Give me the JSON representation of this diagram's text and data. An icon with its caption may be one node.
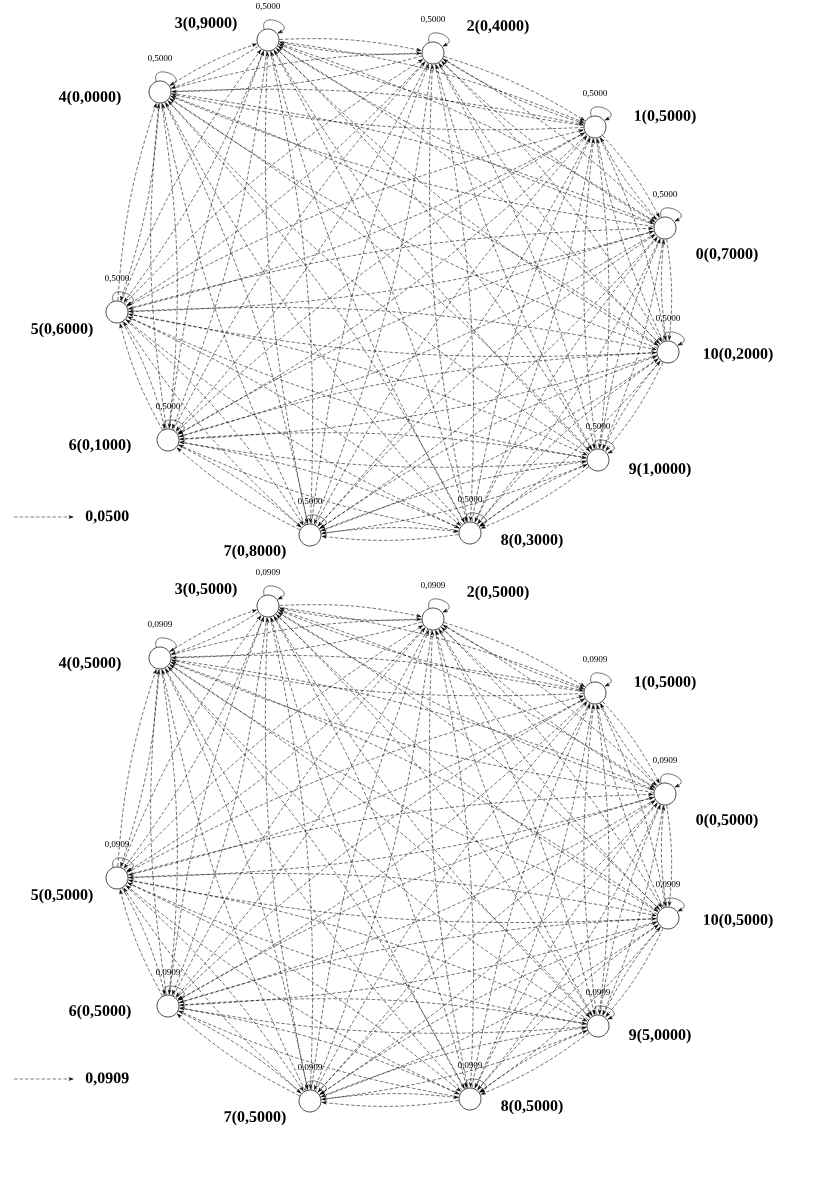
{
  "diagram": {
    "nodes": [
      {
        "text": [],
        "shape": "circle",
        "beside": [
          "0(0,7000)"
        ]
      },
      {
        "text": [],
        "shape": "circle",
        "beside": [
          "1(0,5000)"
        ]
      },
      {
        "text": [],
        "shape": "circle",
        "beside": [
          "2(0,4000)"
        ]
      },
      {
        "text": [],
        "shape": "circle",
        "beside": [
          "3(0,9000)"
        ]
      },
      {
        "text": [],
        "shape": "circle",
        "beside": [
          "4(0,0000)"
        ]
      },
      {
        "text": [],
        "shape": "circle",
        "beside": [
          "5(0,6000)"
        ]
      },
      {
        "text": [],
        "shape": "circle",
        "beside": [
          "6(0,1000)"
        ]
      },
      {
        "text": [],
        "shape": "circle",
        "beside": [
          "7(0,8000)"
        ]
      },
      {
        "text": [],
        "shape": "circle",
        "beside": [
          "8(0,3000)"
        ]
      },
      {
        "text": [],
        "shape": "circle",
        "beside": [
          "9(1,0000)"
        ]
      },
      {
        "text": [],
        "shape": "circle",
        "beside": [
          "10(0,2000)"
        ]
      },
      {
        "text": [],
        "shape": "circle",
        "beside": [
          "0(0,5000)"
        ]
      },
      {
        "text": [],
        "shape": "circle",
        "beside": [
          "1(0,5000)"
        ]
      },
      {
        "text": [],
        "shape": "circle",
        "beside": [
          "2(0,5000)"
        ]
      },
      {
        "text": [],
        "shape": "circle",
        "beside": [
          "3(0,5000)"
        ]
      },
      {
        "text": [],
        "shape": "circle",
        "beside": [
          "4(0,5000)"
        ]
      },
      {
        "text": [],
        "shape": "circle",
        "beside": [
          "5(0,5000)"
        ]
      },
      {
        "text": [],
        "shape": "circle",
        "beside": [
          "6(0,5000)"
        ]
      },
      {
        "text": [],
        "shape": "circle",
        "beside": [
          "7(0,5000)"
        ]
      },
      {
        "text": [],
        "shape": "circle",
        "beside": [
          "8(0,5000)"
        ]
      },
      {
        "text": [],
        "shape": "circle",
        "beside": [
          "9(5,0000)"
        ]
      },
      {
        "text": [],
        "shape": "circle",
        "beside": [
          "10(0,5000)"
        ]
      }
    ],
    "edges": [
      {
        "from": 0,
        "to": 0,
        "arrow": "to",
        "label": "0,5000"
      },
      {
        "from": 0,
        "to": 1,
        "arrow": "to",
        "style": "dashed"
      },
      {
        "from": 0,
        "to": 2,
        "arrow": "to",
        "style": "dashed"
      },
      {
        "from": 0,
        "to": 3,
        "arrow": "to",
        "style": "dashed"
      },
      {
        "from": 0,
        "to": 4,
        "arrow": "to",
        "style": "dashed"
      },
      {
        "from": 0,
        "to": 5,
        "arrow": "to",
        "style": "dashed"
      },
      {
        "from": 0,
        "to": 6,
        "arrow": "to",
        "style": "dashed"
      },
      {
        "from": 0,
        "to": 7,
        "arrow": "to",
        "style": "dashed"
      },
      {
        "from": 0,
        "to": 8,
        "arrow": "to",
        "style": "dashed"
      },
      {
        "from": 0,
        "to": 9,
        "arrow": "to",
        "style": "dashed"
      },
      {
        "from": 0,
        "to": 10,
        "arrow": "to",
        "style": "dashed"
      },
      {
        "from": 1,
        "to": 1,
        "arrow": "to",
        "label": "0,5000"
      },
      {
        "from": 1,
        "to": 0,
        "arrow": "to",
        "style": "dashed"
      },
      {
        "from": 1,
        "to": 2,
        "arrow": "to",
        "style": "dashed"
      },
      {
        "from": 1,
        "to": 3,
        "arrow": "to",
        "style": "dashed"
      },
      {
        "from": 1,
        "to": 4,
        "arrow": "to",
        "style": "dashed"
      },
      {
        "from": 1,
        "to": 5,
        "arrow": "to",
        "style": "dashed"
      },
      {
        "from": 1,
        "to": 6,
        "arrow": "to",
        "style": "dashed"
      },
      {
        "from": 1,
        "to": 7,
        "arrow": "to",
        "style": "dashed"
      },
      {
        "from": 1,
        "to": 8,
        "arrow": "to",
        "style": "dashed"
      },
      {
        "from": 1,
        "to": 9,
        "arrow": "to",
        "style": "dashed"
      },
      {
        "from": 1,
        "to": 10,
        "arrow": "to",
        "style": "dashed"
      },
      {
        "from": 2,
        "to": 2,
        "arrow": "to",
        "label": "0,5000"
      },
      {
        "from": 2,
        "to": 0,
        "arrow": "to",
        "style": "dashed"
      },
      {
        "from": 2,
        "to": 1,
        "arrow": "to",
        "style": "dashed"
      },
      {
        "from": 2,
        "to": 3,
        "arrow": "to",
        "style": "dashed"
      },
      {
        "from": 2,
        "to": 4,
        "arrow": "to",
        "style": "dashed"
      },
      {
        "from": 2,
        "to": 5,
        "arrow": "to",
        "style": "dashed"
      },
      {
        "from": 2,
        "to": 6,
        "arrow": "to",
        "style": "dashed"
      },
      {
        "from": 2,
        "to": 7,
        "arrow": "to",
        "style": "dashed"
      },
      {
        "from": 2,
        "to": 8,
        "arrow": "to",
        "style": "dashed"
      },
      {
        "from": 2,
        "to": 9,
        "arrow": "to",
        "style": "dashed"
      },
      {
        "from": 2,
        "to": 10,
        "arrow": "to",
        "style": "dashed"
      },
      {
        "from": 3,
        "to": 3,
        "arrow": "to",
        "label": "0,5000"
      },
      {
        "from": 3,
        "to": 0,
        "arrow": "to",
        "style": "dashed"
      },
      {
        "from": 3,
        "to": 1,
        "arrow": "to",
        "style": "dashed"
      },
      {
        "from": 3,
        "to": 2,
        "arrow": "to",
        "style": "dashed"
      },
      {
        "from": 3,
        "to": 4,
        "arrow": "to",
        "style": "dashed"
      },
      {
        "from": 3,
        "to": 5,
        "arrow": "to",
        "style": "dashed"
      },
      {
        "from": 3,
        "to": 6,
        "arrow": "to",
        "style": "dashed"
      },
      {
        "from": 3,
        "to": 7,
        "arrow": "to",
        "style": "dashed"
      },
      {
        "from": 3,
        "to": 8,
        "arrow": "to",
        "style": "dashed"
      },
      {
        "from": 3,
        "to": 9,
        "arrow": "to",
        "style": "dashed"
      },
      {
        "from": 3,
        "to": 10,
        "arrow": "to",
        "style": "dashed"
      },
      {
        "from": 4,
        "to": 4,
        "arrow": "to",
        "label": "0,5000"
      },
      {
        "from": 4,
        "to": 0,
        "arrow": "to",
        "style": "dashed"
      },
      {
        "from": 4,
        "to": 1,
        "arrow": "to",
        "style": "dashed"
      },
      {
        "from": 4,
        "to": 2,
        "arrow": "to",
        "style": "dashed"
      },
      {
        "from": 4,
        "to": 3,
        "arrow": "to",
        "style": "dashed"
      },
      {
        "from": 4,
        "to": 5,
        "arrow": "to",
        "style": "dashed"
      },
      {
        "from": 4,
        "to": 6,
        "arrow": "to",
        "style": "dashed"
      },
      {
        "from": 4,
        "to": 7,
        "arrow": "to",
        "style": "dashed"
      },
      {
        "from": 4,
        "to": 8,
        "arrow": "to",
        "style": "dashed"
      },
      {
        "from": 4,
        "to": 9,
        "arrow": "to",
        "style": "dashed"
      },
      {
        "from": 4,
        "to": 10,
        "arrow": "to",
        "style": "dashed"
      },
      {
        "from": 5,
        "to": 5,
        "arrow": "to",
        "label": "0,5000"
      },
      {
        "from": 5,
        "to": 0,
        "arrow": "to",
        "style": "dashed"
      },
      {
        "from": 5,
        "to": 1,
        "arrow": "to",
        "style": "dashed"
      },
      {
        "from": 5,
        "to": 2,
        "arrow": "to",
        "style": "dashed"
      },
      {
        "from": 5,
        "to": 3,
        "arrow": "to",
        "style": "dashed"
      },
      {
        "from": 5,
        "to": 4,
        "arrow": "to",
        "style": "dashed"
      },
      {
        "from": 5,
        "to": 6,
        "arrow": "to",
        "style": "dashed"
      },
      {
        "from": 5,
        "to": 7,
        "arrow": "to",
        "style": "dashed"
      },
      {
        "from": 5,
        "to": 8,
        "arrow": "to",
        "style": "dashed"
      },
      {
        "from": 5,
        "to": 9,
        "arrow": "to",
        "style": "dashed"
      },
      {
        "from": 5,
        "to": 10,
        "arrow": "to",
        "style": "dashed"
      },
      {
        "from": 6,
        "to": 6,
        "arrow": "to",
        "label": "0,5000"
      },
      {
        "from": 6,
        "to": 0,
        "arrow": "to",
        "style": "dashed"
      },
      {
        "from": 6,
        "to": 1,
        "arrow": "to",
        "style": "dashed"
      },
      {
        "from": 6,
        "to": 2,
        "arrow": "to",
        "style": "dashed"
      },
      {
        "from": 6,
        "to": 3,
        "arrow": "to",
        "style": "dashed"
      },
      {
        "from": 6,
        "to": 4,
        "arrow": "to",
        "style": "dashed"
      },
      {
        "from": 6,
        "to": 5,
        "arrow": "to",
        "style": "dashed"
      },
      {
        "from": 6,
        "to": 7,
        "arrow": "to",
        "style": "dashed"
      },
      {
        "from": 6,
        "to": 8,
        "arrow": "to",
        "style": "dashed"
      },
      {
        "from": 6,
        "to": 9,
        "arrow": "to",
        "style": "dashed"
      },
      {
        "from": 6,
        "to": 10,
        "arrow": "to",
        "style": "dashed"
      },
      {
        "from": 7,
        "to": 7,
        "arrow": "to",
        "label": "0,5000"
      },
      {
        "from": 7,
        "to": 0,
        "arrow": "to",
        "style": "dashed"
      },
      {
        "from": 7,
        "to": 1,
        "arrow": "to",
        "style": "dashed"
      },
      {
        "from": 7,
        "to": 2,
        "arrow": "to",
        "style": "dashed"
      },
      {
        "from": 7,
        "to": 3,
        "arrow": "to",
        "style": "dashed"
      },
      {
        "from": 7,
        "to": 4,
        "arrow": "to",
        "style": "dashed"
      },
      {
        "from": 7,
        "to": 5,
        "arrow": "to",
        "style": "dashed"
      },
      {
        "from": 7,
        "to": 6,
        "arrow": "to",
        "style": "dashed"
      },
      {
        "from": 7,
        "to": 8,
        "arrow": "to",
        "style": "dashed"
      },
      {
        "from": 7,
        "to": 9,
        "arrow": "to",
        "style": "dashed"
      },
      {
        "from": 7,
        "to": 10,
        "arrow": "to",
        "style": "dashed"
      },
      {
        "from": 8,
        "to": 8,
        "arrow": "to",
        "label": "0,5000"
      },
      {
        "from": 8,
        "to": 0,
        "arrow": "to",
        "style": "dashed"
      },
      {
        "from": 8,
        "to": 1,
        "arrow": "to",
        "style": "dashed"
      },
      {
        "from": 8,
        "to": 2,
        "arrow": "to",
        "style": "dashed"
      },
      {
        "from": 8,
        "to": 3,
        "arrow": "to",
        "style": "dashed"
      },
      {
        "from": 8,
        "to": 4,
        "arrow": "to",
        "style": "dashed"
      },
      {
        "from": 8,
        "to": 5,
        "arrow": "to",
        "style": "dashed"
      },
      {
        "from": 8,
        "to": 6,
        "arrow": "to",
        "style": "dashed"
      },
      {
        "from": 8,
        "to": 7,
        "arrow": "to",
        "style": "dashed"
      },
      {
        "from": 8,
        "to": 9,
        "arrow": "to",
        "style": "dashed"
      },
      {
        "from": 8,
        "to": 10,
        "arrow": "to",
        "style": "dashed"
      },
      {
        "from": 9,
        "to": 9,
        "arrow": "to",
        "label": "0,5000"
      },
      {
        "from": 9,
        "to": 0,
        "arrow": "to",
        "style": "dashed"
      },
      {
        "from": 9,
        "to": 1,
        "arrow": "to",
        "style": "dashed"
      },
      {
        "from": 9,
        "to": 2,
        "arrow": "to",
        "style": "dashed"
      },
      {
        "from": 9,
        "to": 3,
        "arrow": "to",
        "style": "dashed"
      },
      {
        "from": 9,
        "to": 4,
        "arrow": "to",
        "style": "dashed"
      },
      {
        "from": 9,
        "to": 5,
        "arrow": "to",
        "style": "dashed"
      },
      {
        "from": 9,
        "to": 6,
        "arrow": "to",
        "style": "dashed"
      },
      {
        "from": 9,
        "to": 7,
        "arrow": "to",
        "style": "dashed"
      },
      {
        "from": 9,
        "to": 8,
        "arrow": "to",
        "style": "dashed"
      },
      {
        "from": 9,
        "to": 10,
        "arrow": "to",
        "style": "dashed"
      },
      {
        "from": 10,
        "to": 10,
        "arrow": "to",
        "label": "0,5000"
      },
      {
        "from": 10,
        "to": 0,
        "arrow": "to",
        "style": "dashed"
      },
      {
        "from": 10,
        "to": 1,
        "arrow": "to",
        "style": "dashed"
      },
      {
        "from": 10,
        "to": 2,
        "arrow": "to",
        "style": "dashed"
      },
      {
        "from": 10,
        "to": 3,
        "arrow": "to",
        "style": "dashed"
      },
      {
        "from": 10,
        "to": 4,
        "arrow": "to",
        "style": "dashed"
      },
      {
        "from": 10,
        "to": 5,
        "arrow": "to",
        "style": "dashed"
      },
      {
        "from": 10,
        "to": 6,
        "arrow": "to",
        "style": "dashed"
      },
      {
        "from": 10,
        "to": 7,
        "arrow": "to",
        "style": "dashed"
      },
      {
        "from": 10,
        "to": 8,
        "arrow": "to",
        "style": "dashed"
      },
      {
        "from": 10,
        "to": 9,
        "arrow": "to",
        "style": "dashed"
      },
      {
        "from": 11,
        "to": 11,
        "arrow": "to",
        "label": "0,0909"
      },
      {
        "from": 11,
        "to": 12,
        "arrow": "to",
        "style": "dashed"
      },
      {
        "from": 11,
        "to": 13,
        "arrow": "to",
        "style": "dashed"
      },
      {
        "from": 11,
        "to": 14,
        "arrow": "to",
        "style": "dashed"
      },
      {
        "from": 11,
        "to": 15,
        "arrow": "to",
        "style": "dashed"
      },
      {
        "from": 11,
        "to": 16,
        "arrow": "to",
        "style": "dashed"
      },
      {
        "from": 11,
        "to": 17,
        "arrow": "to",
        "style": "dashed"
      },
      {
        "from": 11,
        "to": 18,
        "arrow": "to",
        "style": "dashed"
      },
      {
        "from": 11,
        "to": 19,
        "arrow": "to",
        "style": "dashed"
      },
      {
        "from": 11,
        "to": 20,
        "arrow": "to",
        "style": "dashed"
      },
      {
        "from": 11,
        "to": 21,
        "arrow": "to",
        "style": "dashed"
      },
      {
        "from": 12,
        "to": 12,
        "arrow": "to",
        "label": "0,0909"
      },
      {
        "from": 12,
        "to": 11,
        "arrow": "to",
        "style": "dashed"
      },
      {
        "from": 12,
        "to": 13,
        "arrow": "to",
        "style": "dashed"
      },
      {
        "from": 12,
        "to": 14,
        "arrow": "to",
        "style": "dashed"
      },
      {
        "from": 12,
        "to": 15,
        "arrow": "to",
        "style": "dashed"
      },
      {
        "from": 12,
        "to": 16,
        "arrow": "to",
        "style": "dashed"
      },
      {
        "from": 12,
        "to": 17,
        "arrow": "to",
        "style": "dashed"
      },
      {
        "from": 12,
        "to": 18,
        "arrow": "to",
        "style": "dashed"
      },
      {
        "from": 12,
        "to": 19,
        "arrow": "to",
        "style": "dashed"
      },
      {
        "from": 12,
        "to": 20,
        "arrow": "to",
        "style": "dashed"
      },
      {
        "from": 12,
        "to": 21,
        "arrow": "to",
        "style": "dashed"
      },
      {
        "from": 13,
        "to": 13,
        "arrow": "to",
        "label": "0,0909"
      },
      {
        "from": 13,
        "to": 11,
        "arrow": "to",
        "style": "dashed"
      },
      {
        "from": 13,
        "to": 12,
        "arrow": "to",
        "style": "dashed"
      },
      {
        "from": 13,
        "to": 14,
        "arrow": "to",
        "style": "dashed"
      },
      {
        "from": 13,
        "to": 15,
        "arrow": "to",
        "style": "dashed"
      },
      {
        "from": 13,
        "to": 16,
        "arrow": "to",
        "style": "dashed"
      },
      {
        "from": 13,
        "to": 17,
        "arrow": "to",
        "style": "dashed"
      },
      {
        "from": 13,
        "to": 18,
        "arrow": "to",
        "style": "dashed"
      },
      {
        "from": 13,
        "to": 19,
        "arrow": "to",
        "style": "dashed"
      },
      {
        "from": 13,
        "to": 20,
        "arrow": "to",
        "style": "dashed"
      },
      {
        "from": 13,
        "to": 21,
        "arrow": "to",
        "style": "dashed"
      },
      {
        "from": 14,
        "to": 14,
        "arrow": "to",
        "label": "0,0909"
      },
      {
        "from": 14,
        "to": 11,
        "arrow": "to",
        "style": "dashed"
      },
      {
        "from": 14,
        "to": 12,
        "arrow": "to",
        "style": "dashed"
      },
      {
        "from": 14,
        "to": 13,
        "arrow": "to",
        "style": "dashed"
      },
      {
        "from": 14,
        "to": 15,
        "arrow": "to",
        "style": "dashed"
      },
      {
        "from": 14,
        "to": 16,
        "arrow": "to",
        "style": "dashed"
      },
      {
        "from": 14,
        "to": 17,
        "arrow": "to",
        "style": "dashed"
      },
      {
        "from": 14,
        "to": 18,
        "arrow": "to",
        "style": "dashed"
      },
      {
        "from": 14,
        "to": 19,
        "arrow": "to",
        "style": "dashed"
      },
      {
        "from": 14,
        "to": 20,
        "arrow": "to",
        "style": "dashed"
      },
      {
        "from": 14,
        "to": 21,
        "arrow": "to",
        "style": "dashed"
      },
      {
        "from": 15,
        "to": 15,
        "arrow": "to",
        "label": "0,0909"
      },
      {
        "from": 15,
        "to": 11,
        "arrow": "to",
        "style": "dashed"
      },
      {
        "from": 15,
        "to": 12,
        "arrow": "to",
        "style": "dashed"
      },
      {
        "from": 15,
        "to": 13,
        "arrow": "to",
        "style": "dashed"
      },
      {
        "from": 15,
        "to": 14,
        "arrow": "to",
        "style": "dashed"
      },
      {
        "from": 15,
        "to": 16,
        "arrow": "to",
        "style": "dashed"
      },
      {
        "from": 15,
        "to": 17,
        "arrow": "to",
        "style": "dashed"
      },
      {
        "from": 15,
        "to": 18,
        "arrow": "to",
        "style": "dashed"
      },
      {
        "from": 15,
        "to": 19,
        "arrow": "to",
        "style": "dashed"
      },
      {
        "from": 15,
        "to": 20,
        "arrow": "to",
        "style": "dashed"
      },
      {
        "from": 15,
        "to": 21,
        "arrow": "to",
        "style": "dashed"
      },
      {
        "from": 16,
        "to": 16,
        "arrow": "to",
        "label": "0,0909"
      },
      {
        "from": 16,
        "to": 11,
        "arrow": "to",
        "style": "dashed"
      },
      {
        "from": 16,
        "to": 12,
        "arrow": "to",
        "style": "dashed"
      },
      {
        "from": 16,
        "to": 13,
        "arrow": "to",
        "style": "dashed"
      },
      {
        "from": 16,
        "to": 14,
        "arrow": "to",
        "style": "dashed"
      },
      {
        "from": 16,
        "to": 15,
        "arrow": "to",
        "style": "dashed"
      },
      {
        "from": 16,
        "to": 17,
        "arrow": "to",
        "style": "dashed"
      },
      {
        "from": 16,
        "to": 18,
        "arrow": "to",
        "style": "dashed"
      },
      {
        "from": 16,
        "to": 19,
        "arrow": "to",
        "style": "dashed"
      },
      {
        "from": 16,
        "to": 20,
        "arrow": "to",
        "style": "dashed"
      },
      {
        "from": 16,
        "to": 21,
        "arrow": "to",
        "style": "dashed"
      },
      {
        "from": 17,
        "to": 17,
        "arrow": "to",
        "label": "0,0909"
      },
      {
        "from": 17,
        "to": 11,
        "arrow": "to",
        "style": "dashed"
      },
      {
        "from": 17,
        "to": 12,
        "arrow": "to",
        "style": "dashed"
      },
      {
        "from": 17,
        "to": 13,
        "arrow": "to",
        "style": "dashed"
      },
      {
        "from": 17,
        "to": 14,
        "arrow": "to",
        "style": "dashed"
      },
      {
        "from": 17,
        "to": 15,
        "arrow": "to",
        "style": "dashed"
      },
      {
        "from": 17,
        "to": 16,
        "arrow": "to",
        "style": "dashed"
      },
      {
        "from": 17,
        "to": 18,
        "arrow": "to",
        "style": "dashed"
      },
      {
        "from": 17,
        "to": 19,
        "arrow": "to",
        "style": "dashed"
      },
      {
        "from": 17,
        "to": 20,
        "arrow": "to",
        "style": "dashed"
      },
      {
        "from": 17,
        "to": 21,
        "arrow": "to",
        "style": "dashed"
      },
      {
        "from": 18,
        "to": 18,
        "arrow": "to",
        "label": "0,0909"
      },
      {
        "from": 18,
        "to": 11,
        "arrow": "to",
        "style": "dashed"
      },
      {
        "from": 18,
        "to": 12,
        "arrow": "to",
        "style": "dashed"
      },
      {
        "from": 18,
        "to": 13,
        "arrow": "to",
        "style": "dashed"
      },
      {
        "from": 18,
        "to": 14,
        "arrow": "to",
        "style": "dashed"
      },
      {
        "from": 18,
        "to": 15,
        "arrow": "to",
        "style": "dashed"
      },
      {
        "from": 18,
        "to": 16,
        "arrow": "to",
        "style": "dashed"
      },
      {
        "from": 18,
        "to": 17,
        "arrow": "to",
        "style": "dashed"
      },
      {
        "from": 18,
        "to": 19,
        "arrow": "to",
        "style": "dashed"
      },
      {
        "from": 18,
        "to": 20,
        "arrow": "to",
        "style": "dashed"
      },
      {
        "from": 18,
        "to": 21,
        "arrow": "to",
        "style": "dashed"
      },
      {
        "from": 19,
        "to": 19,
        "arrow": "to",
        "label": "0,0909"
      },
      {
        "from": 19,
        "to": 11,
        "arrow": "to",
        "style": "dashed"
      },
      {
        "from": 19,
        "to": 12,
        "arrow": "to",
        "style": "dashed"
      },
      {
        "from": 19,
        "to": 13,
        "arrow": "to",
        "style": "dashed"
      },
      {
        "from": 19,
        "to": 14,
        "arrow": "to",
        "style": "dashed"
      },
      {
        "from": 19,
        "to": 15,
        "arrow": "to",
        "style": "dashed"
      },
      {
        "from": 19,
        "to": 16,
        "arrow": "to",
        "style": "dashed"
      },
      {
        "from": 19,
        "to": 17,
        "arrow": "to",
        "style": "dashed"
      },
      {
        "from": 19,
        "to": 18,
        "arrow": "to",
        "style": "dashed"
      },
      {
        "from": 19,
        "to": 20,
        "arrow": "to",
        "style": "dashed"
      },
      {
        "from": 19,
        "to": 21,
        "arrow": "to",
        "style": "dashed"
      },
      {
        "from": 20,
        "to": 20,
        "arrow": "to",
        "label": "0,0909"
      },
      {
        "from": 20,
        "to": 11,
        "arrow": "to",
        "style": "dashed"
      },
      {
        "from": 20,
        "to": 12,
        "arrow": "to",
        "style": "dashed"
      },
      {
        "from": 20,
        "to": 13,
        "arrow": "to",
        "style": "dashed"
      },
      {
        "from": 20,
        "to": 14,
        "arrow": "to",
        "style": "dashed"
      },
      {
        "from": 20,
        "to": 15,
        "arrow": "to",
        "style": "dashed"
      },
      {
        "from": 20,
        "to": 16,
        "arrow": "to",
        "style": "dashed"
      },
      {
        "from": 20,
        "to": 17,
        "arrow": "to",
        "style": "dashed"
      },
      {
        "from": 20,
        "to": 18,
        "arrow": "to",
        "style": "dashed"
      },
      {
        "from": 20,
        "to": 19,
        "arrow": "to",
        "style": "dashed"
      },
      {
        "from": 20,
        "to": 21,
        "arrow": "to",
        "style": "dashed"
      },
      {
        "from": 21,
        "to": 21,
        "arrow": "to",
        "label": "0,0909"
      },
      {
        "from": 21,
        "to": 11,
        "arrow": "to",
        "style": "dashed"
      },
      {
        "from": 21,
        "to": 12,
        "arrow": "to",
        "style": "dashed"
      },
      {
        "from": 21,
        "to": 13,
        "arrow": "to",
        "style": "dashed"
      },
      {
        "from": 21,
        "to": 14,
        "arrow": "to",
        "style": "dashed"
      },
      {
        "from": 21,
        "to": 15,
        "arrow": "to",
        "style": "dashed"
      },
      {
        "from": 21,
        "to": 16,
        "arrow": "to",
        "style": "dashed"
      },
      {
        "from": 21,
        "to": 17,
        "arrow": "to",
        "style": "dashed"
      },
      {
        "from": 21,
        "to": 18,
        "arrow": "to",
        "style": "dashed"
      },
      {
        "from": 21,
        "to": 19,
        "arrow": "to",
        "style": "dashed"
      },
      {
        "from": 21,
        "to": 20,
        "arrow": "to",
        "style": "dashed"
      }
    ],
    "legend": [
      {
        "text": "0,0500"
      },
      {
        "text": "0,0909"
      }
    ]
  }
}
